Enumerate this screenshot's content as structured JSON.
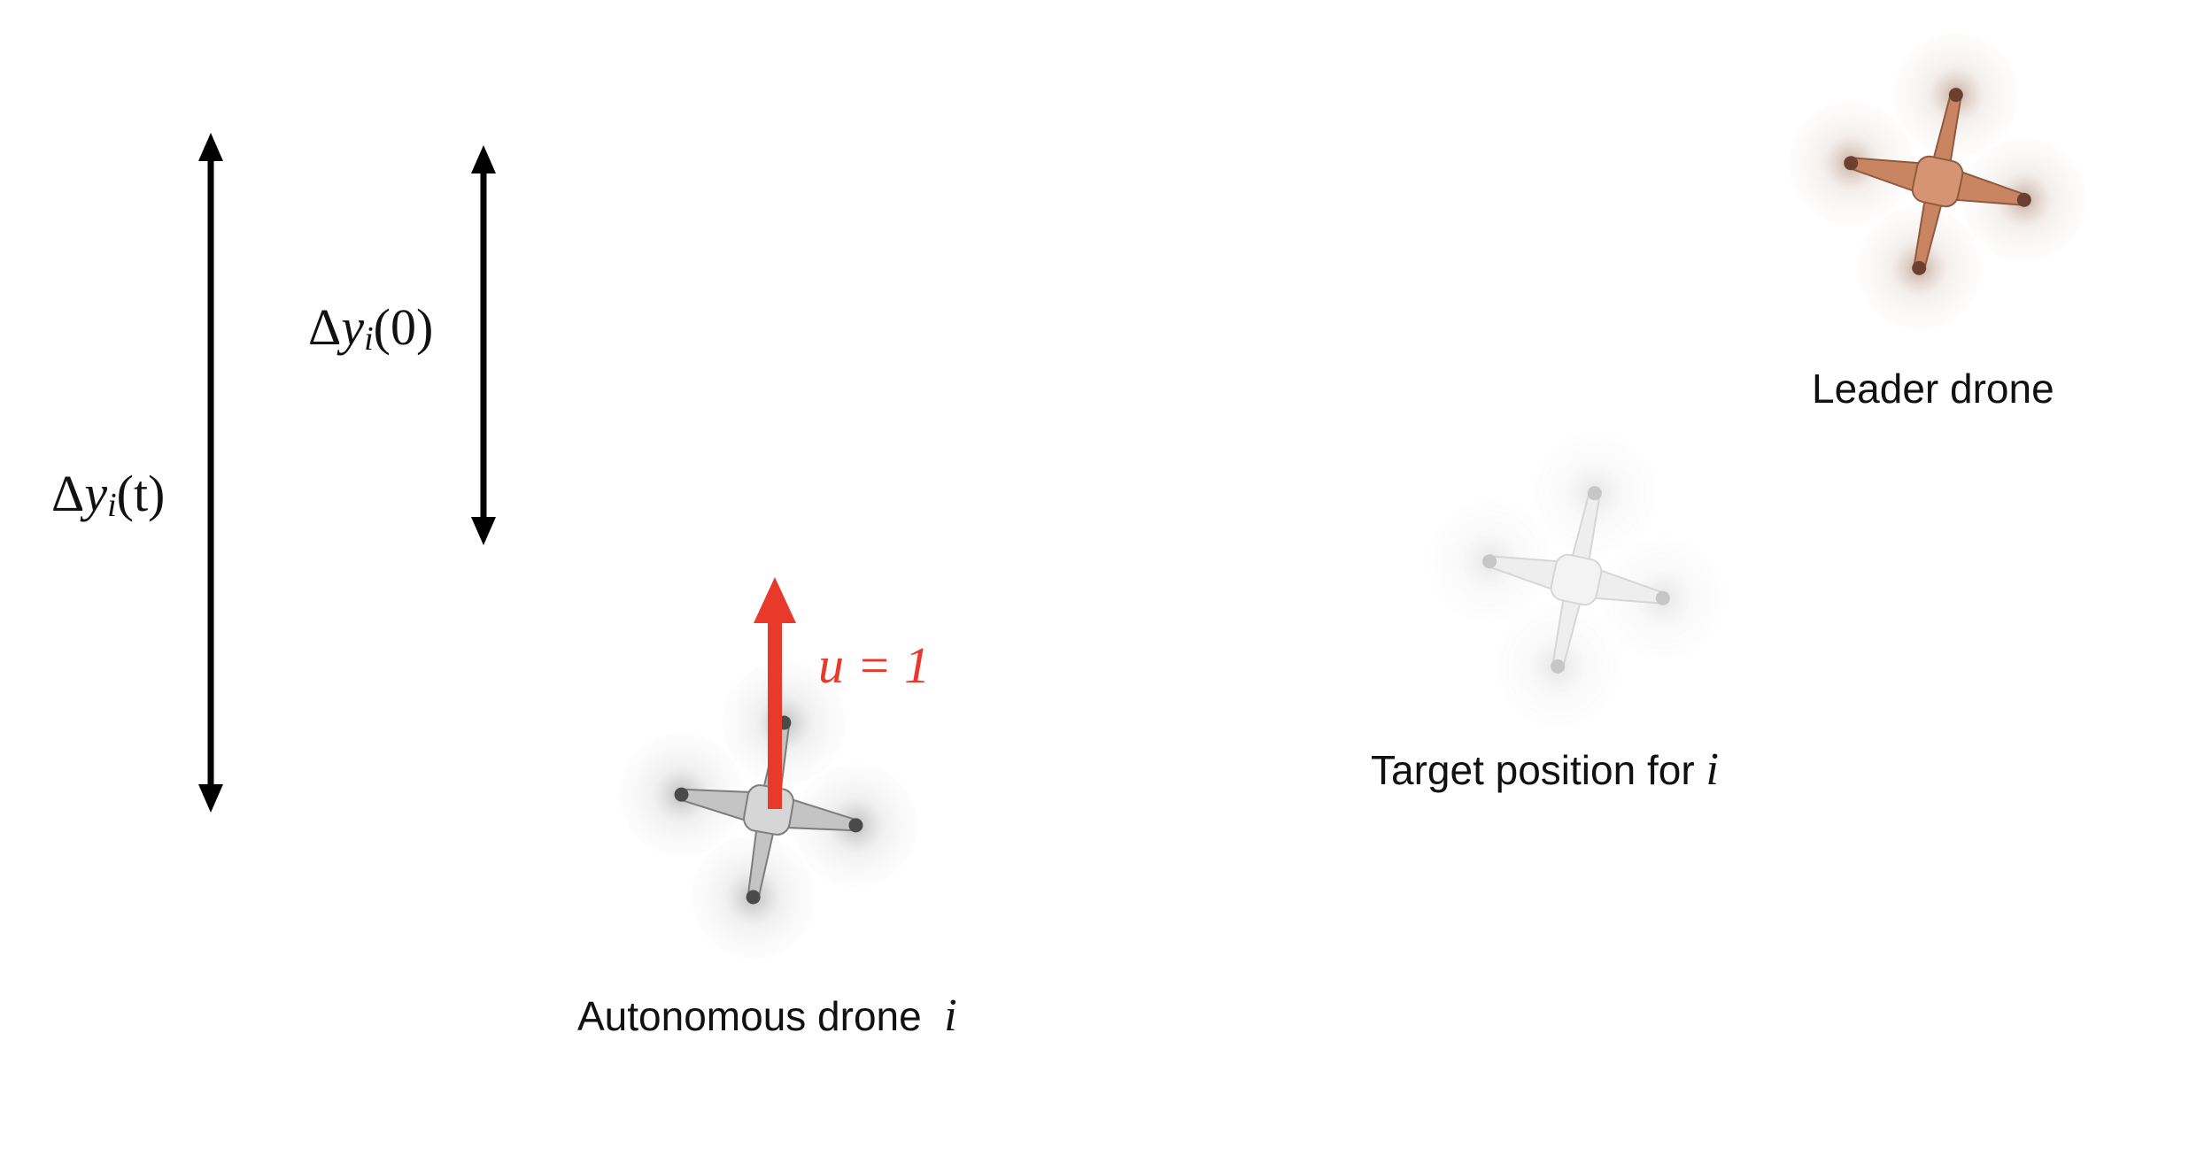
{
  "labels": {
    "delta_t": {
      "symbol": "Δ",
      "var": "y",
      "sub": "i",
      "arg": "(t)"
    },
    "delta_0": {
      "symbol": "Δ",
      "var": "y",
      "sub": "i",
      "arg": "(0)"
    },
    "control": "u = 1",
    "leader": "Leader drone",
    "target_prefix": "Target position for",
    "target_var": "i",
    "autonomous_prefix": "Autonomous drone",
    "autonomous_var": "i"
  },
  "colors": {
    "arrow_black": "#000000",
    "control_red": "#e8392a",
    "leader_body": "#c98562",
    "target_body": "#e6e6e6",
    "autonomous_body": "#b5b5b5"
  },
  "icons": {
    "leader": "quadcopter-icon",
    "target": "quadcopter-icon",
    "autonomous": "quadcopter-icon"
  }
}
